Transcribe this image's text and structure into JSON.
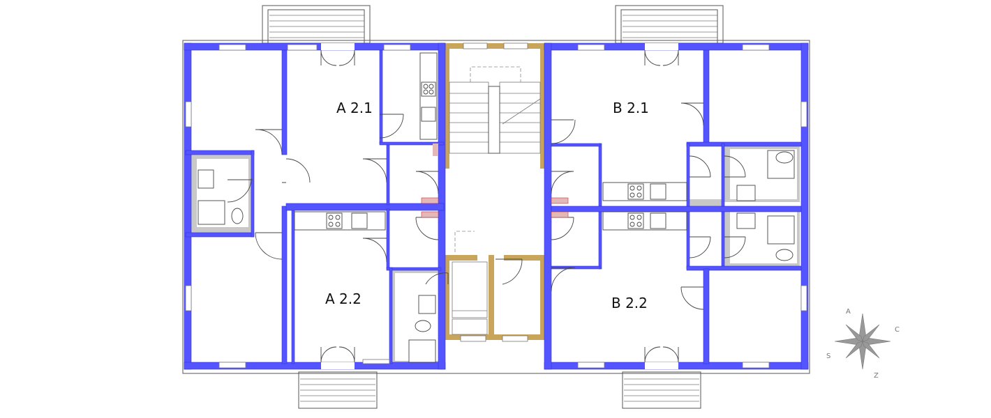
{
  "plan": {
    "units": [
      {
        "id": "a21",
        "label": "A 2.1"
      },
      {
        "id": "a22",
        "label": "A 2.2"
      },
      {
        "id": "b21",
        "label": "B 2.1"
      },
      {
        "id": "b22",
        "label": "B 2.2"
      }
    ],
    "compass": {
      "letters": [
        "S",
        "A",
        "C",
        "Z"
      ]
    },
    "colors": {
      "wall": "#5555ff",
      "staircase_wall": "#c8a55a",
      "wet_area": "#c8c8c8"
    }
  }
}
